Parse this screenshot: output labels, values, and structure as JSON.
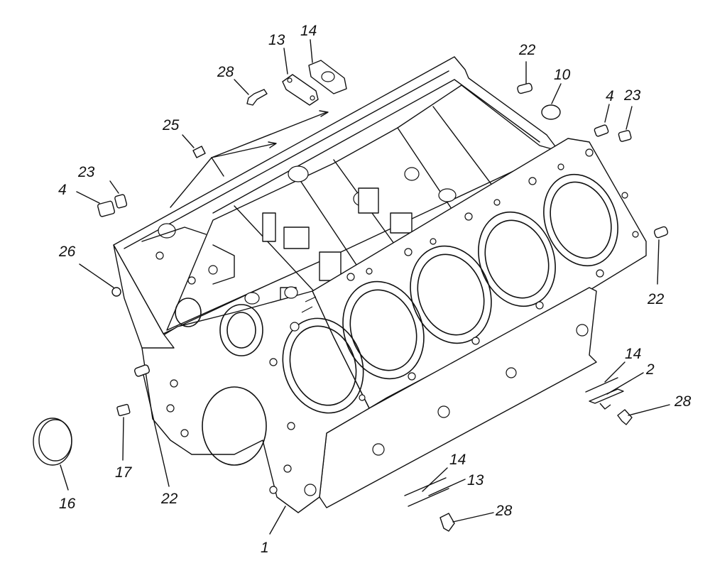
{
  "labels": {
    "l1": "1",
    "l2": "2",
    "l4a": "4",
    "l4b": "4",
    "l10": "10",
    "l13a": "13",
    "l13b": "13",
    "l14a": "14",
    "l14b": "14",
    "l14c": "14",
    "l16": "16",
    "l17": "17",
    "l22a": "22",
    "l22b": "22",
    "l22c": "22",
    "l23a": "23",
    "l23b": "23",
    "l25": "25",
    "l26": "26",
    "l28a": "28",
    "l28b": "28",
    "l28c": "28"
  }
}
